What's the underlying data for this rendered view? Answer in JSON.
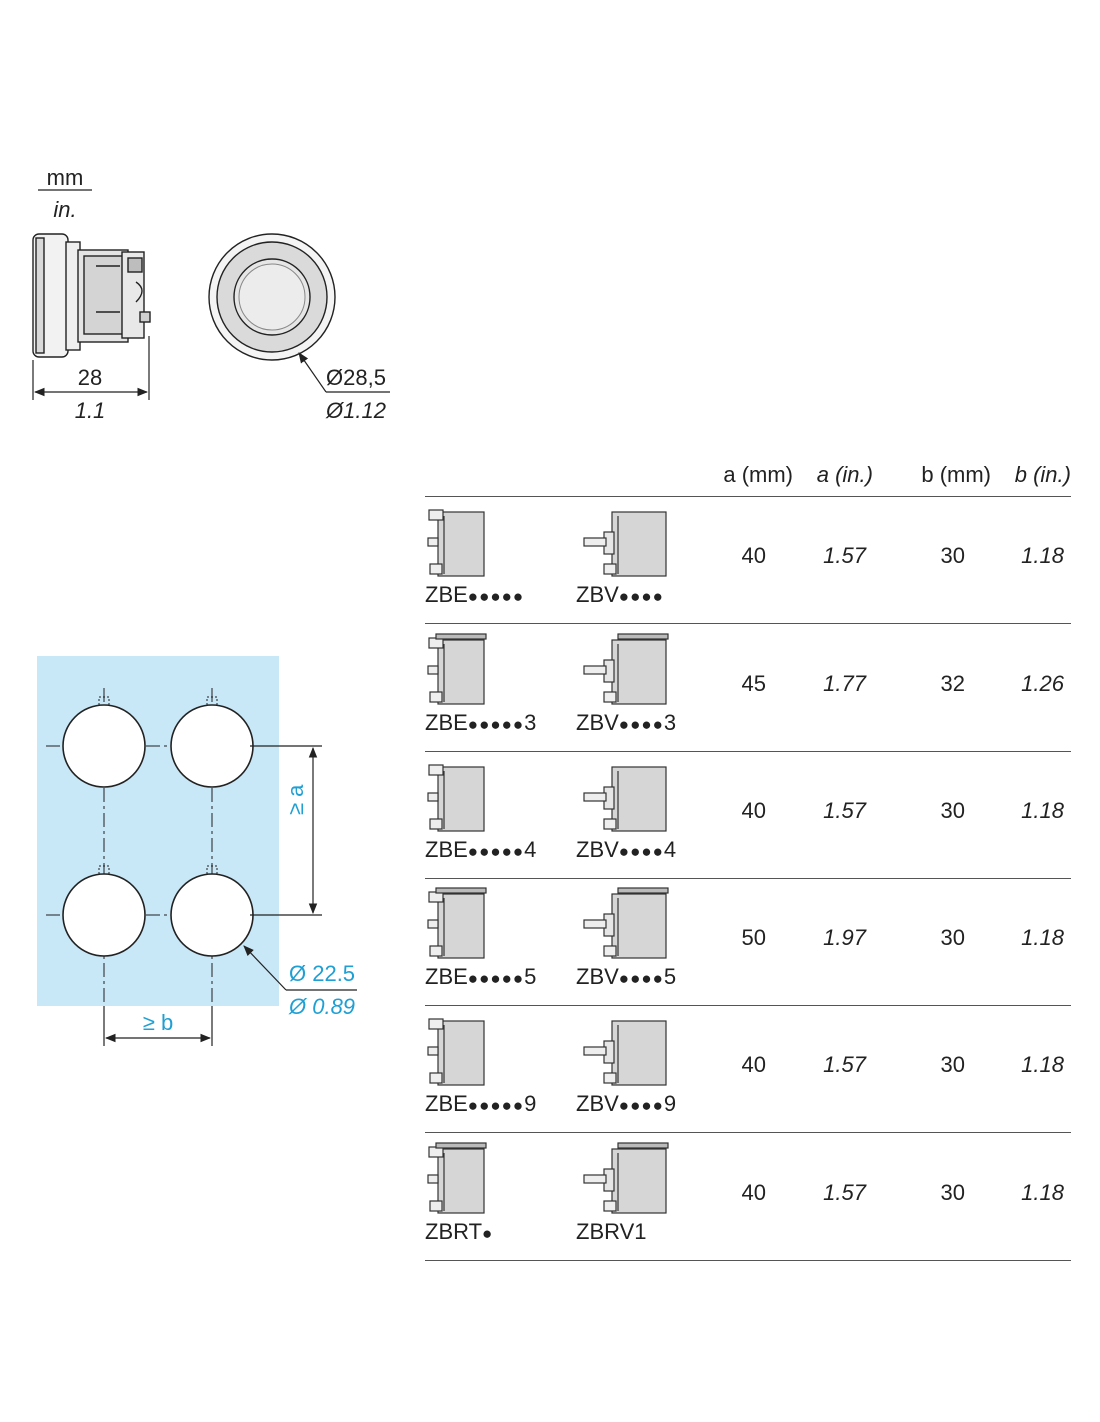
{
  "units": {
    "mm": "mm",
    "in": "in."
  },
  "button_side": {
    "length_mm": "28",
    "length_in": "1.1"
  },
  "button_front": {
    "diameter_mm": "Ø28,5",
    "diameter_in": "Ø1.12"
  },
  "cutout": {
    "a_label": "≥ a",
    "b_label": "≥ b",
    "hole_mm": "Ø 22.5",
    "hole_in": "Ø 0.89",
    "panel_color": "#c8e7f7",
    "accent_color": "#1f9fd3"
  },
  "table": {
    "headers": [
      "a (mm)",
      "a (in.)",
      "b (mm)",
      "b (in.)"
    ],
    "rows": [
      {
        "left_code": "ZBE",
        "left_dots": "●●●●●",
        "left_suffix": "",
        "right_code": "ZBV",
        "right_dots": "●●●●",
        "right_suffix": "",
        "a_mm": "40",
        "a_in": "1.57",
        "b_mm": "30",
        "b_in": "1.18"
      },
      {
        "left_code": "ZBE",
        "left_dots": "●●●●●",
        "left_suffix": "3",
        "right_code": "ZBV",
        "right_dots": "●●●●",
        "right_suffix": "3",
        "a_mm": "45",
        "a_in": "1.77",
        "b_mm": "32",
        "b_in": "1.26"
      },
      {
        "left_code": "ZBE",
        "left_dots": "●●●●●",
        "left_suffix": "4",
        "right_code": "ZBV",
        "right_dots": "●●●●",
        "right_suffix": "4",
        "a_mm": "40",
        "a_in": "1.57",
        "b_mm": "30",
        "b_in": "1.18"
      },
      {
        "left_code": "ZBE",
        "left_dots": "●●●●●",
        "left_suffix": "5",
        "right_code": "ZBV",
        "right_dots": "●●●●",
        "right_suffix": "5",
        "a_mm": "50",
        "a_in": "1.97",
        "b_mm": "30",
        "b_in": "1.18"
      },
      {
        "left_code": "ZBE",
        "left_dots": "●●●●●",
        "left_suffix": "9",
        "right_code": "ZBV",
        "right_dots": "●●●●",
        "right_suffix": "9",
        "a_mm": "40",
        "a_in": "1.57",
        "b_mm": "30",
        "b_in": "1.18"
      },
      {
        "left_code": "ZBRT",
        "left_dots": "●",
        "left_suffix": "",
        "right_code": "ZBRV1",
        "right_dots": "",
        "right_suffix": "",
        "a_mm": "40",
        "a_in": "1.57",
        "b_mm": "30",
        "b_in": "1.18"
      }
    ]
  }
}
